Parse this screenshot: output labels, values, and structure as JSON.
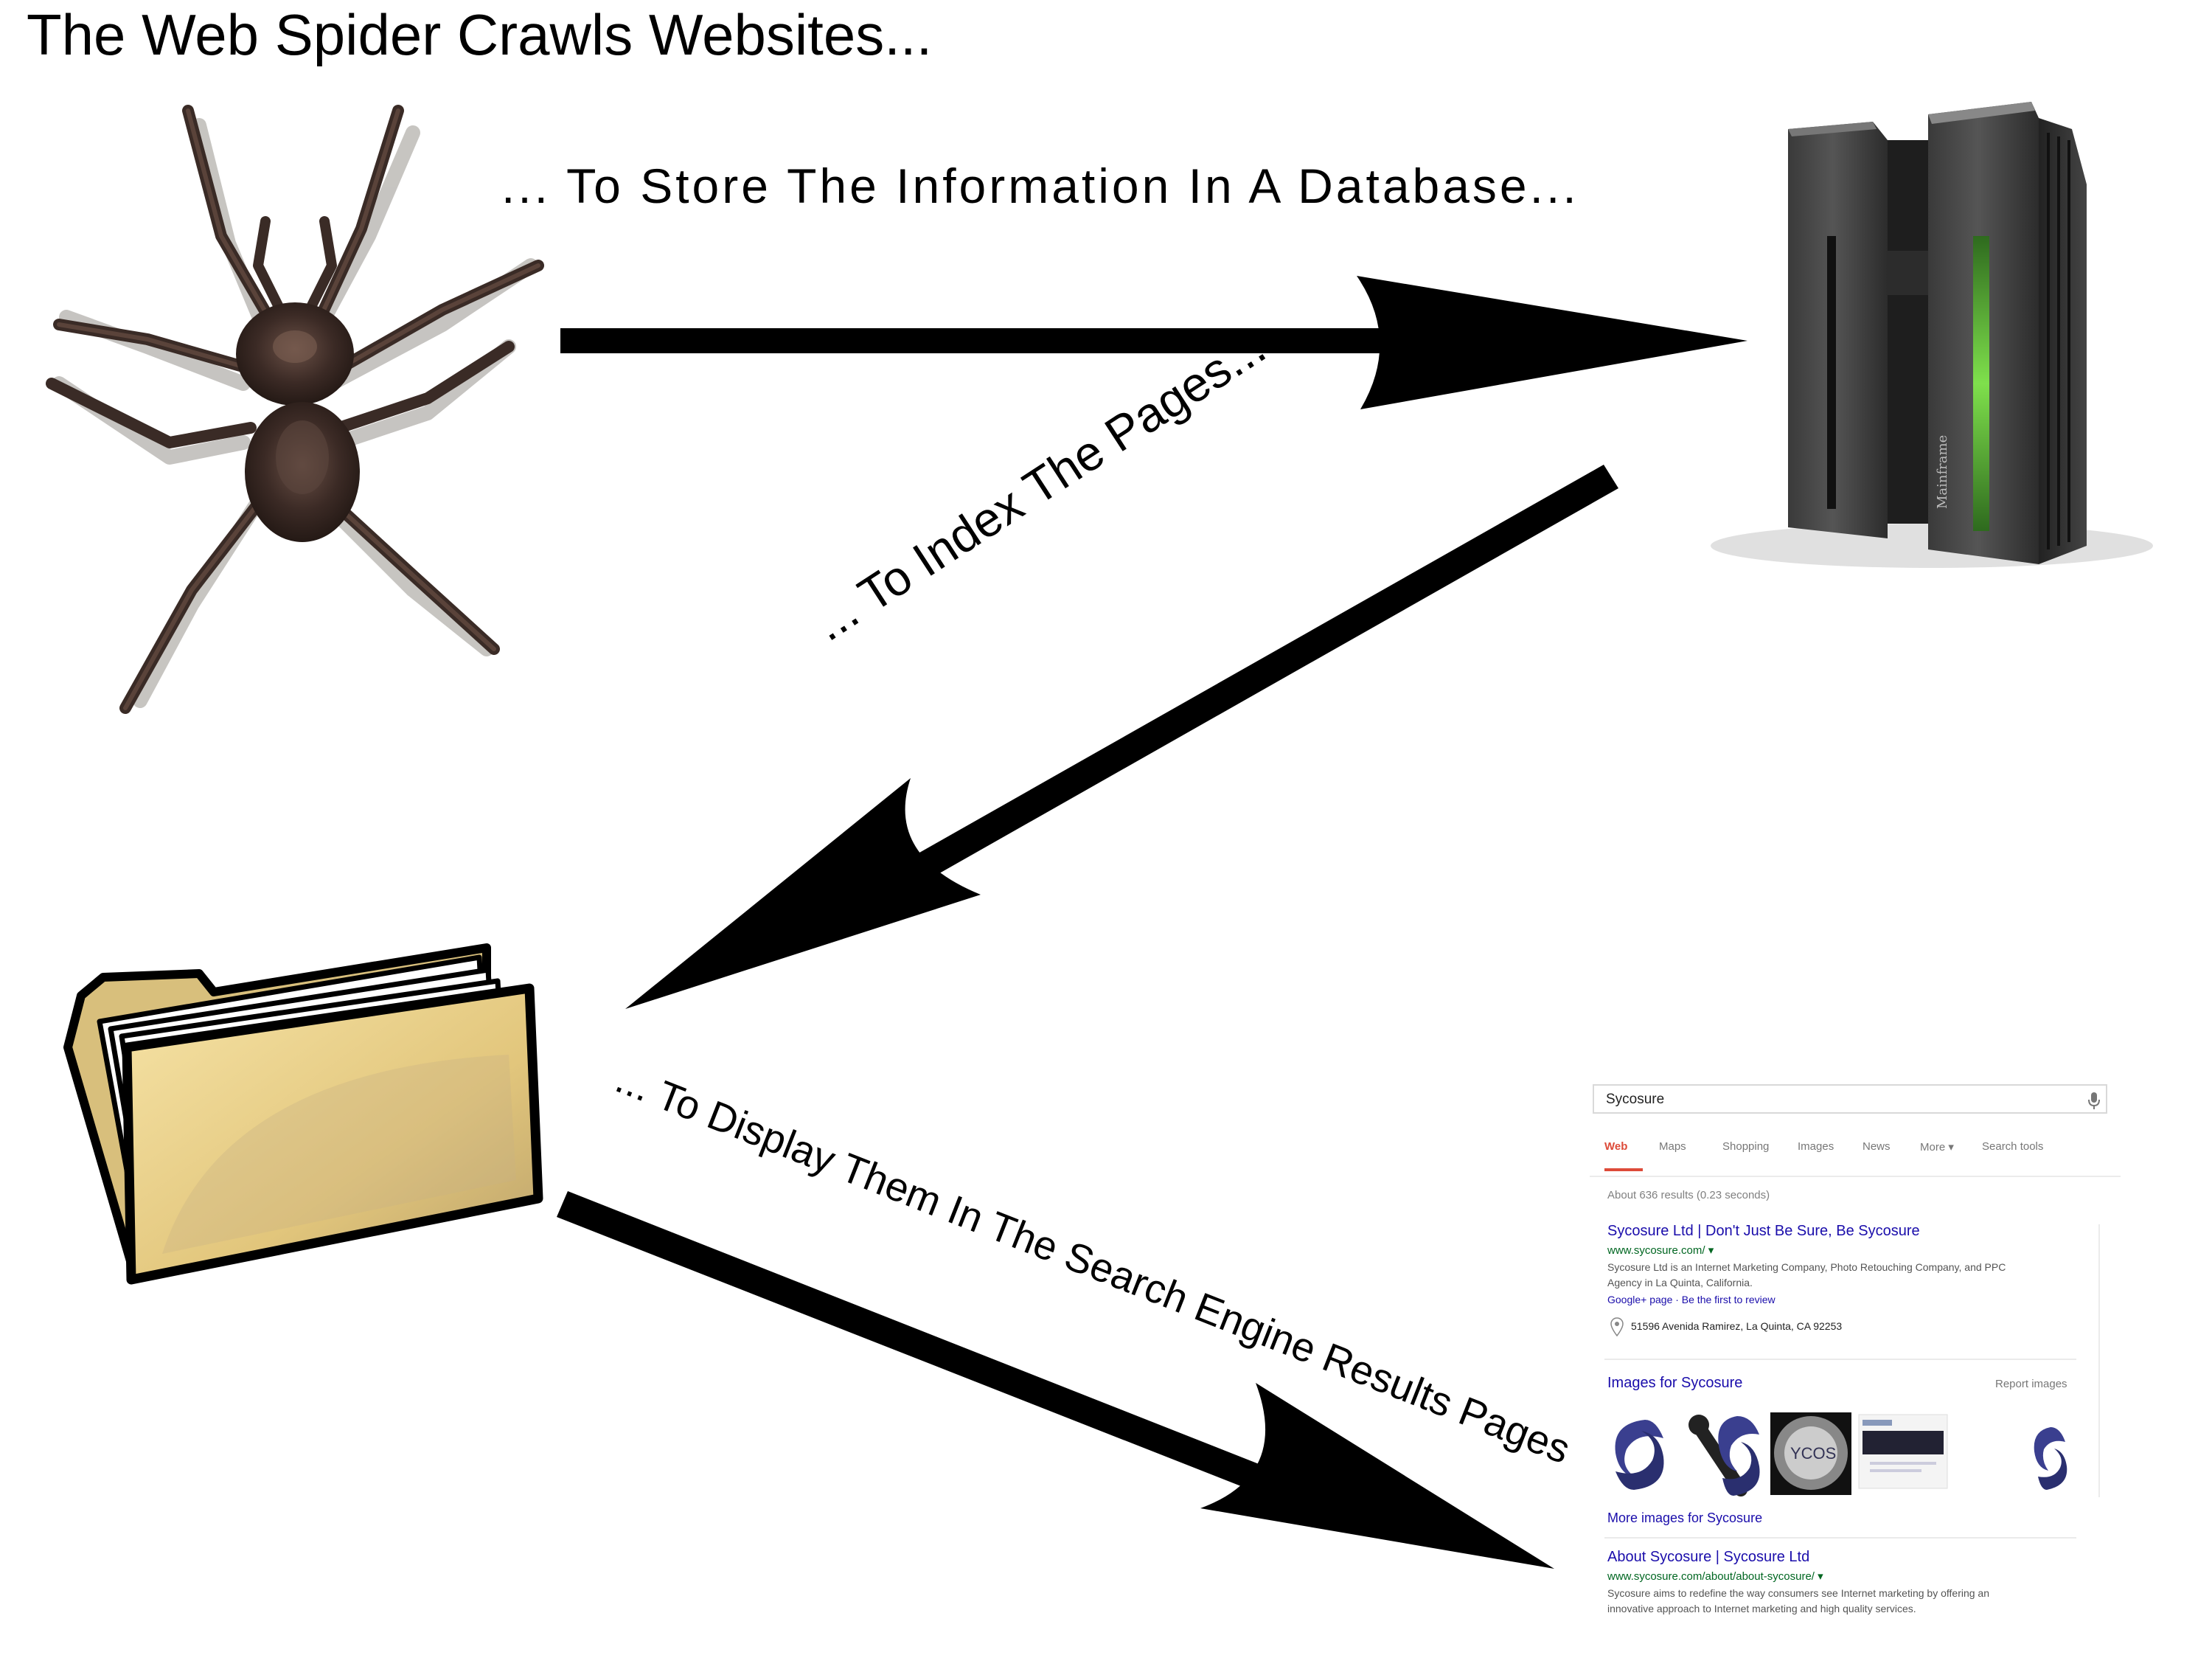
{
  "captions": {
    "title": "The Web Spider Crawls Websites...",
    "store": "... To Store The Information In A Database...",
    "index": "... To Index The Pages...",
    "display": "... To Display Them In The Search Engine Results Pages"
  },
  "server": {
    "label": "Mainframe",
    "accent_color": "#5fbf3a"
  },
  "serp": {
    "query": "Sycosure",
    "tabs": [
      "Web",
      "Maps",
      "Shopping",
      "Images",
      "News",
      "More ▾",
      "Search tools"
    ],
    "stats": "About 636 results (0.23 seconds)",
    "result1": {
      "title": "Sycosure Ltd | Don't Just Be Sure, Be Sycosure",
      "url": "www.sycosure.com/ ▾",
      "snippet_line1": "Sycosure Ltd is an Internet Marketing Company, Photo Retouching Company, and PPC",
      "snippet_line2": "Agency in La Quinta, California.",
      "gplus": "Google+ page · Be the first to review",
      "address": "51596 Avenida Ramirez, La Quinta, CA 92253"
    },
    "images": {
      "header": "Images for Sycosure",
      "report": "Report images",
      "more": "More images for Sycosure"
    },
    "result2": {
      "title": "About Sycosure | Sycosure Ltd",
      "url": "www.sycosure.com/about/about-sycosure/ ▾",
      "snippet_line1": "Sycosure aims to redefine the way consumers see Internet marketing by offering an",
      "snippet_line2": "innovative approach to Internet marketing and high quality services."
    },
    "colors": {
      "link": "#1a0dab",
      "url": "#006621",
      "active_tab": "#dd4b39"
    }
  }
}
